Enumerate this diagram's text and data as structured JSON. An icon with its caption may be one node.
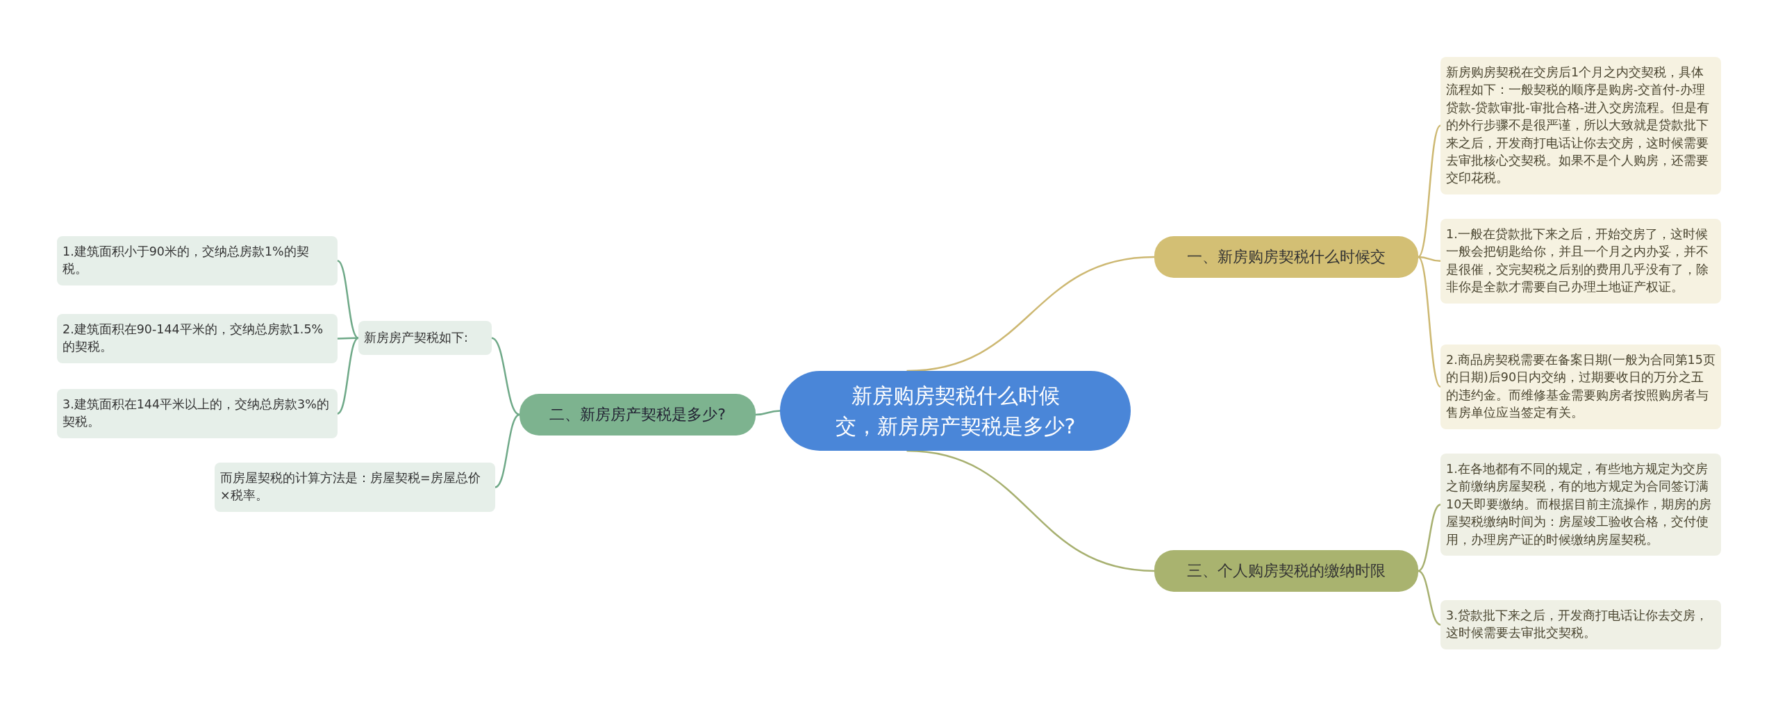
{
  "diagram": {
    "nodes": [
      {
        "text": [
          "新房购房契税什么时候交，新房房产契税是多少?"
        ]
      },
      {
        "text": [
          "一、新房购房契税什么时候交"
        ]
      },
      {
        "text": [
          "新房购房契税在交房后1个月之内交契税，具体流程如下：一般契税的顺序是购房-交首付-办理贷款-贷款审批-审批合格-进入交房流程。但是有的外行步骤不是很严谨，所以大致就是贷款批下来之后，开发商打电话让你去交房，这时候需要去审批核心交契税。如果不是个人购房，还需要交印花税。"
        ]
      },
      {
        "text": [
          "1.一般在贷款批下来之后，开始交房了，这时候一般会把钥匙给你，并且一个月之内办妥，并不是很催，交完契税之后别的费用几乎没有了，除非你是全款才需要自己办理土地证产权证。"
        ]
      },
      {
        "text": [
          "2.商品房契税需要在备案日期(一般为合同第15页的日期)后90日内交纳，过期要收日的万分之五的违约金。而维修基金需要购房者按照购房者与售房单位应当签定有关。"
        ]
      },
      {
        "text": [
          "二、新房房产契税是多少?"
        ]
      },
      {
        "text": [
          "新房房产契税如下:"
        ]
      },
      {
        "text": [
          "1.建筑面积小于90米的，交纳总房款1%的契税。"
        ]
      },
      {
        "text": [
          "2.建筑面积在90-144平米的，交纳总房款1.5%的契税。"
        ]
      },
      {
        "text": [
          "3.建筑面积在144平米以上的，交纳总房款3%的契税。"
        ]
      },
      {
        "text": [
          "而房屋契税的计算方法是：房屋契税=房屋总价×税率。"
        ]
      },
      {
        "text": [
          "三、个人购房契税的缴纳时限"
        ]
      },
      {
        "text": [
          "1.在各地都有不同的规定，有些地方规定为交房之前缴纳房屋契税，有的地方规定为合同签订满10天即要缴纳。而根据目前主流操作，期房的房屋契税缴纳时间为：房屋竣工验收合格，交付使用，办理房产证的时候缴纳房屋契税。"
        ]
      },
      {
        "text": [
          "3.贷款批下来之后，开发商打电话让你去交房，这时候需要去审批交契税。"
        ]
      }
    ],
    "edges": [
      {
        "from": 0,
        "to": 1,
        "arrow": "none",
        "color": "#cdb872"
      },
      {
        "from": 1,
        "to": 2,
        "arrow": "none",
        "color": "#cdb872"
      },
      {
        "from": 1,
        "to": 3,
        "arrow": "none",
        "color": "#cdb872"
      },
      {
        "from": 1,
        "to": 4,
        "arrow": "none",
        "color": "#cdb872"
      },
      {
        "from": 0,
        "to": 5,
        "arrow": "none",
        "color": "#6fa988"
      },
      {
        "from": 5,
        "to": 6,
        "arrow": "none",
        "color": "#6fa988"
      },
      {
        "from": 6,
        "to": 7,
        "arrow": "none",
        "color": "#6fa988"
      },
      {
        "from": 6,
        "to": 8,
        "arrow": "none",
        "color": "#6fa988"
      },
      {
        "from": 6,
        "to": 9,
        "arrow": "none",
        "color": "#6fa988"
      },
      {
        "from": 5,
        "to": 10,
        "arrow": "none",
        "color": "#6fa988"
      },
      {
        "from": 0,
        "to": 11,
        "arrow": "none",
        "color": "#a7b070"
      },
      {
        "from": 11,
        "to": 12,
        "arrow": "none",
        "color": "#a7b070"
      },
      {
        "from": 11,
        "to": 13,
        "arrow": "none",
        "color": "#a7b070"
      }
    ]
  }
}
